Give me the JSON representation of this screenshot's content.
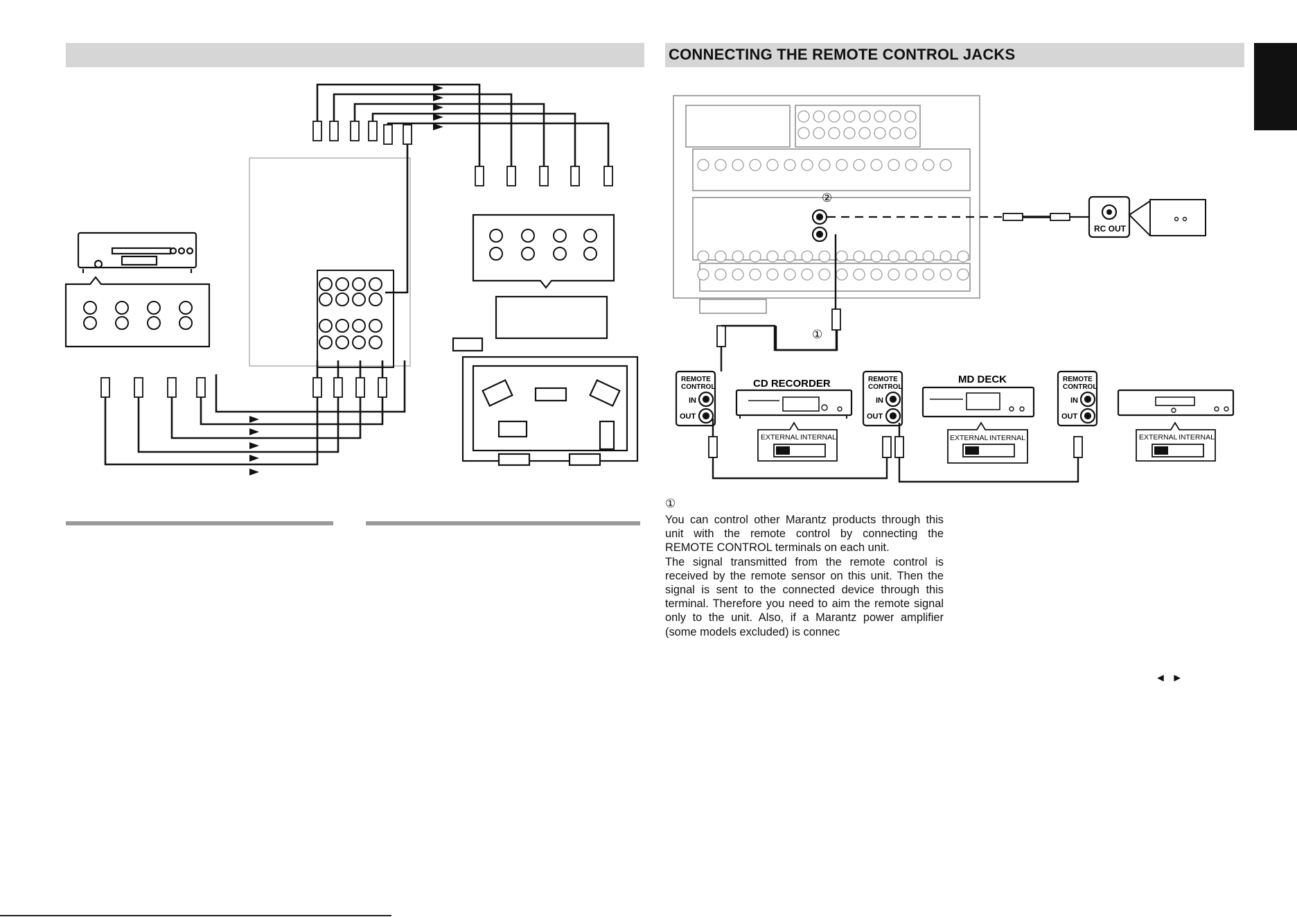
{
  "section": {
    "title": "CONNECTING THE REMOTE CONTROL JACKS"
  },
  "diagram": {
    "markers": {
      "one": "①",
      "two": "②"
    },
    "rc_out": "RC OUT",
    "remote_control": "REMOTE",
    "remote_control_2": "CONTROL",
    "jack_in": "IN",
    "jack_out": "OUT",
    "cd_recorder": "CD RECORDER",
    "md_deck": "MD DECK",
    "switch_external": "EXTERNAL",
    "switch_internal": "INTERNAL"
  },
  "text": {
    "marker": "①",
    "paragraph1": "You can control other Marantz products through this unit with the remote control by connecting the REMOTE CONTROL terminals on each unit.",
    "paragraph2": "The signal transmitted from the remote control is received by the remote sensor on this unit. Then the signal is sent to the connected device through this terminal. Therefore you need to aim the remote signal only to the unit. Also, if a Marantz power amplifier (some models excluded) is connec"
  },
  "nav": {
    "arrows": "◄ ►"
  }
}
